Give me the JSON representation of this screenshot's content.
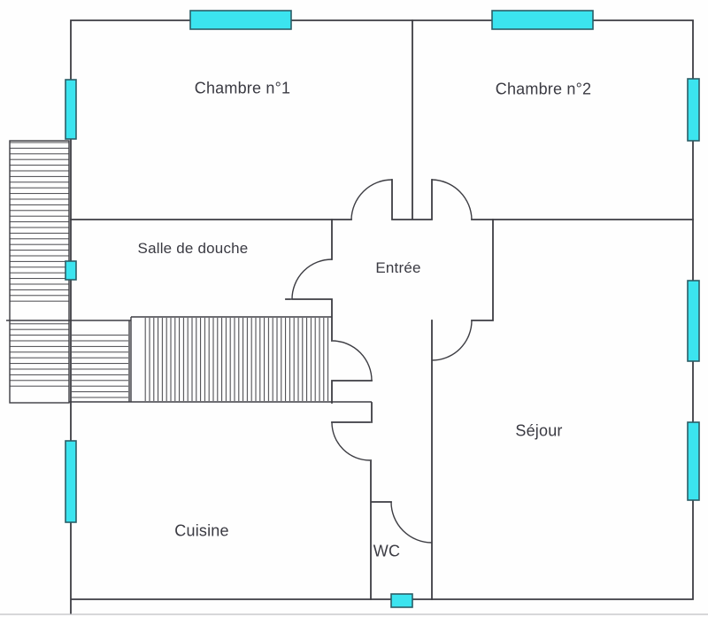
{
  "plan": {
    "rooms": [
      {
        "id": "chambre-1",
        "label": "Chambre n°1"
      },
      {
        "id": "chambre-2",
        "label": "Chambre n°2"
      },
      {
        "id": "salle-de-douche",
        "label": "Salle de douche"
      },
      {
        "id": "entree",
        "label": "Entrée"
      },
      {
        "id": "sejour",
        "label": "Séjour"
      },
      {
        "id": "cuisine",
        "label": "Cuisine"
      },
      {
        "id": "wc",
        "label": "WC"
      }
    ],
    "windows": [
      {
        "name": "window-top-chambre-1"
      },
      {
        "name": "window-top-chambre-2"
      },
      {
        "name": "window-left-chambre-1"
      },
      {
        "name": "window-left-salle-de-douche-small"
      },
      {
        "name": "window-left-cuisine"
      },
      {
        "name": "window-right-chambre-2"
      },
      {
        "name": "window-right-sejour-upper"
      },
      {
        "name": "window-right-sejour-lower"
      },
      {
        "name": "window-bottom-wc"
      }
    ],
    "features": [
      {
        "name": "exterior-staircase-hatch"
      },
      {
        "name": "interior-staircase-hatch"
      }
    ]
  },
  "colors": {
    "background": "#fefefe",
    "wall": "#3d3d43",
    "hatch": "#46464b",
    "window_fill": "#3be4ef",
    "window_border": "#2b5d66",
    "label_text": "#3a3a42",
    "page_edge": "#c0c0c3"
  }
}
